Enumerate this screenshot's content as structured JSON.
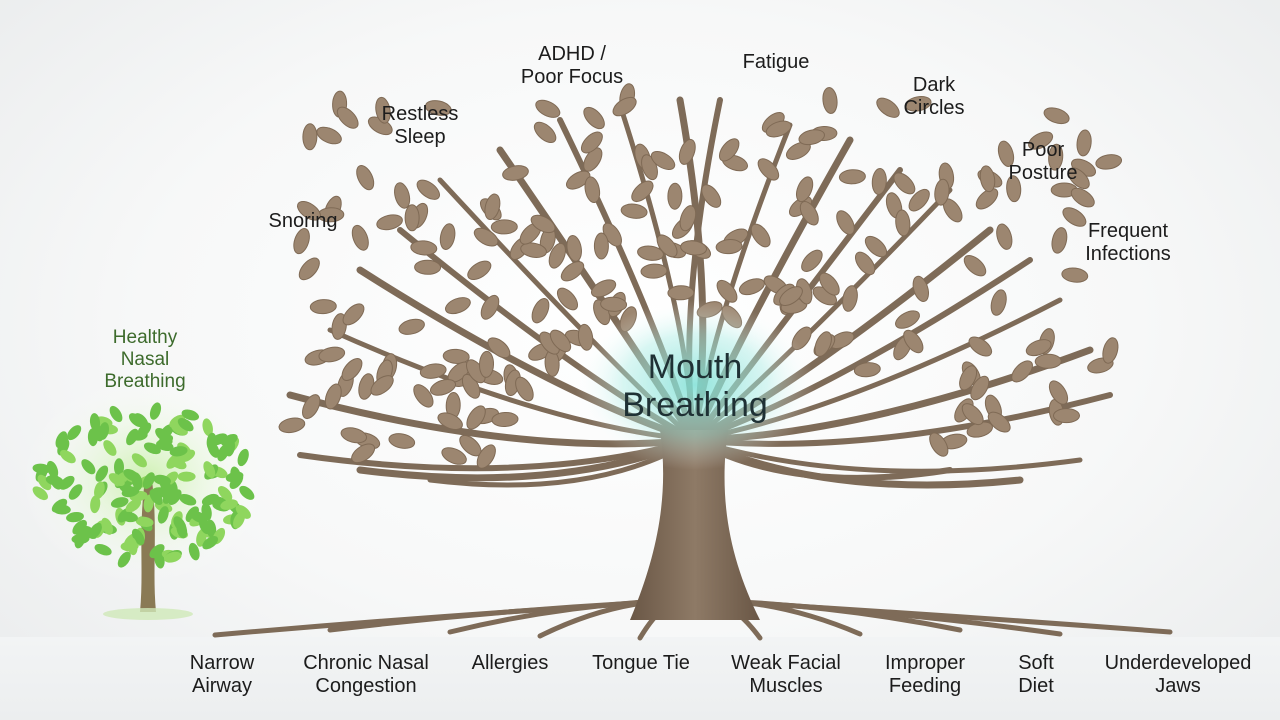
{
  "center": {
    "line1": "Mouth",
    "line2": "Breathing"
  },
  "healthy_tree": {
    "line1": "Healthy",
    "line2": "Nasal",
    "line3": "Breathing"
  },
  "symptoms": [
    {
      "line1": "Snoring",
      "line2": ""
    },
    {
      "line1": "Restless",
      "line2": "Sleep"
    },
    {
      "line1": "ADHD /",
      "line2": "Poor Focus"
    },
    {
      "line1": "Fatigue",
      "line2": ""
    },
    {
      "line1": "Dark",
      "line2": "Circles"
    },
    {
      "line1": "Poor",
      "line2": "Posture"
    },
    {
      "line1": "Frequent",
      "line2": "Infections"
    }
  ],
  "causes": [
    {
      "line1": "Narrow",
      "line2": "Airway"
    },
    {
      "line1": "Chronic Nasal",
      "line2": "Congestion"
    },
    {
      "line1": "Allergies",
      "line2": ""
    },
    {
      "line1": "Tongue Tie",
      "line2": ""
    },
    {
      "line1": "Weak Facial",
      "line2": "Muscles"
    },
    {
      "line1": "Improper",
      "line2": "Feeding"
    },
    {
      "line1": "Soft",
      "line2": "Diet"
    },
    {
      "line1": "Underdeveloped",
      "line2": "Jaws"
    }
  ],
  "colors": {
    "trunk": "#7e6b58",
    "leaf_brown": "#9c8670",
    "leaf_green": "#6cc24a",
    "glow": "#7fe0d6",
    "healthy_text": "#3d6b2c"
  }
}
